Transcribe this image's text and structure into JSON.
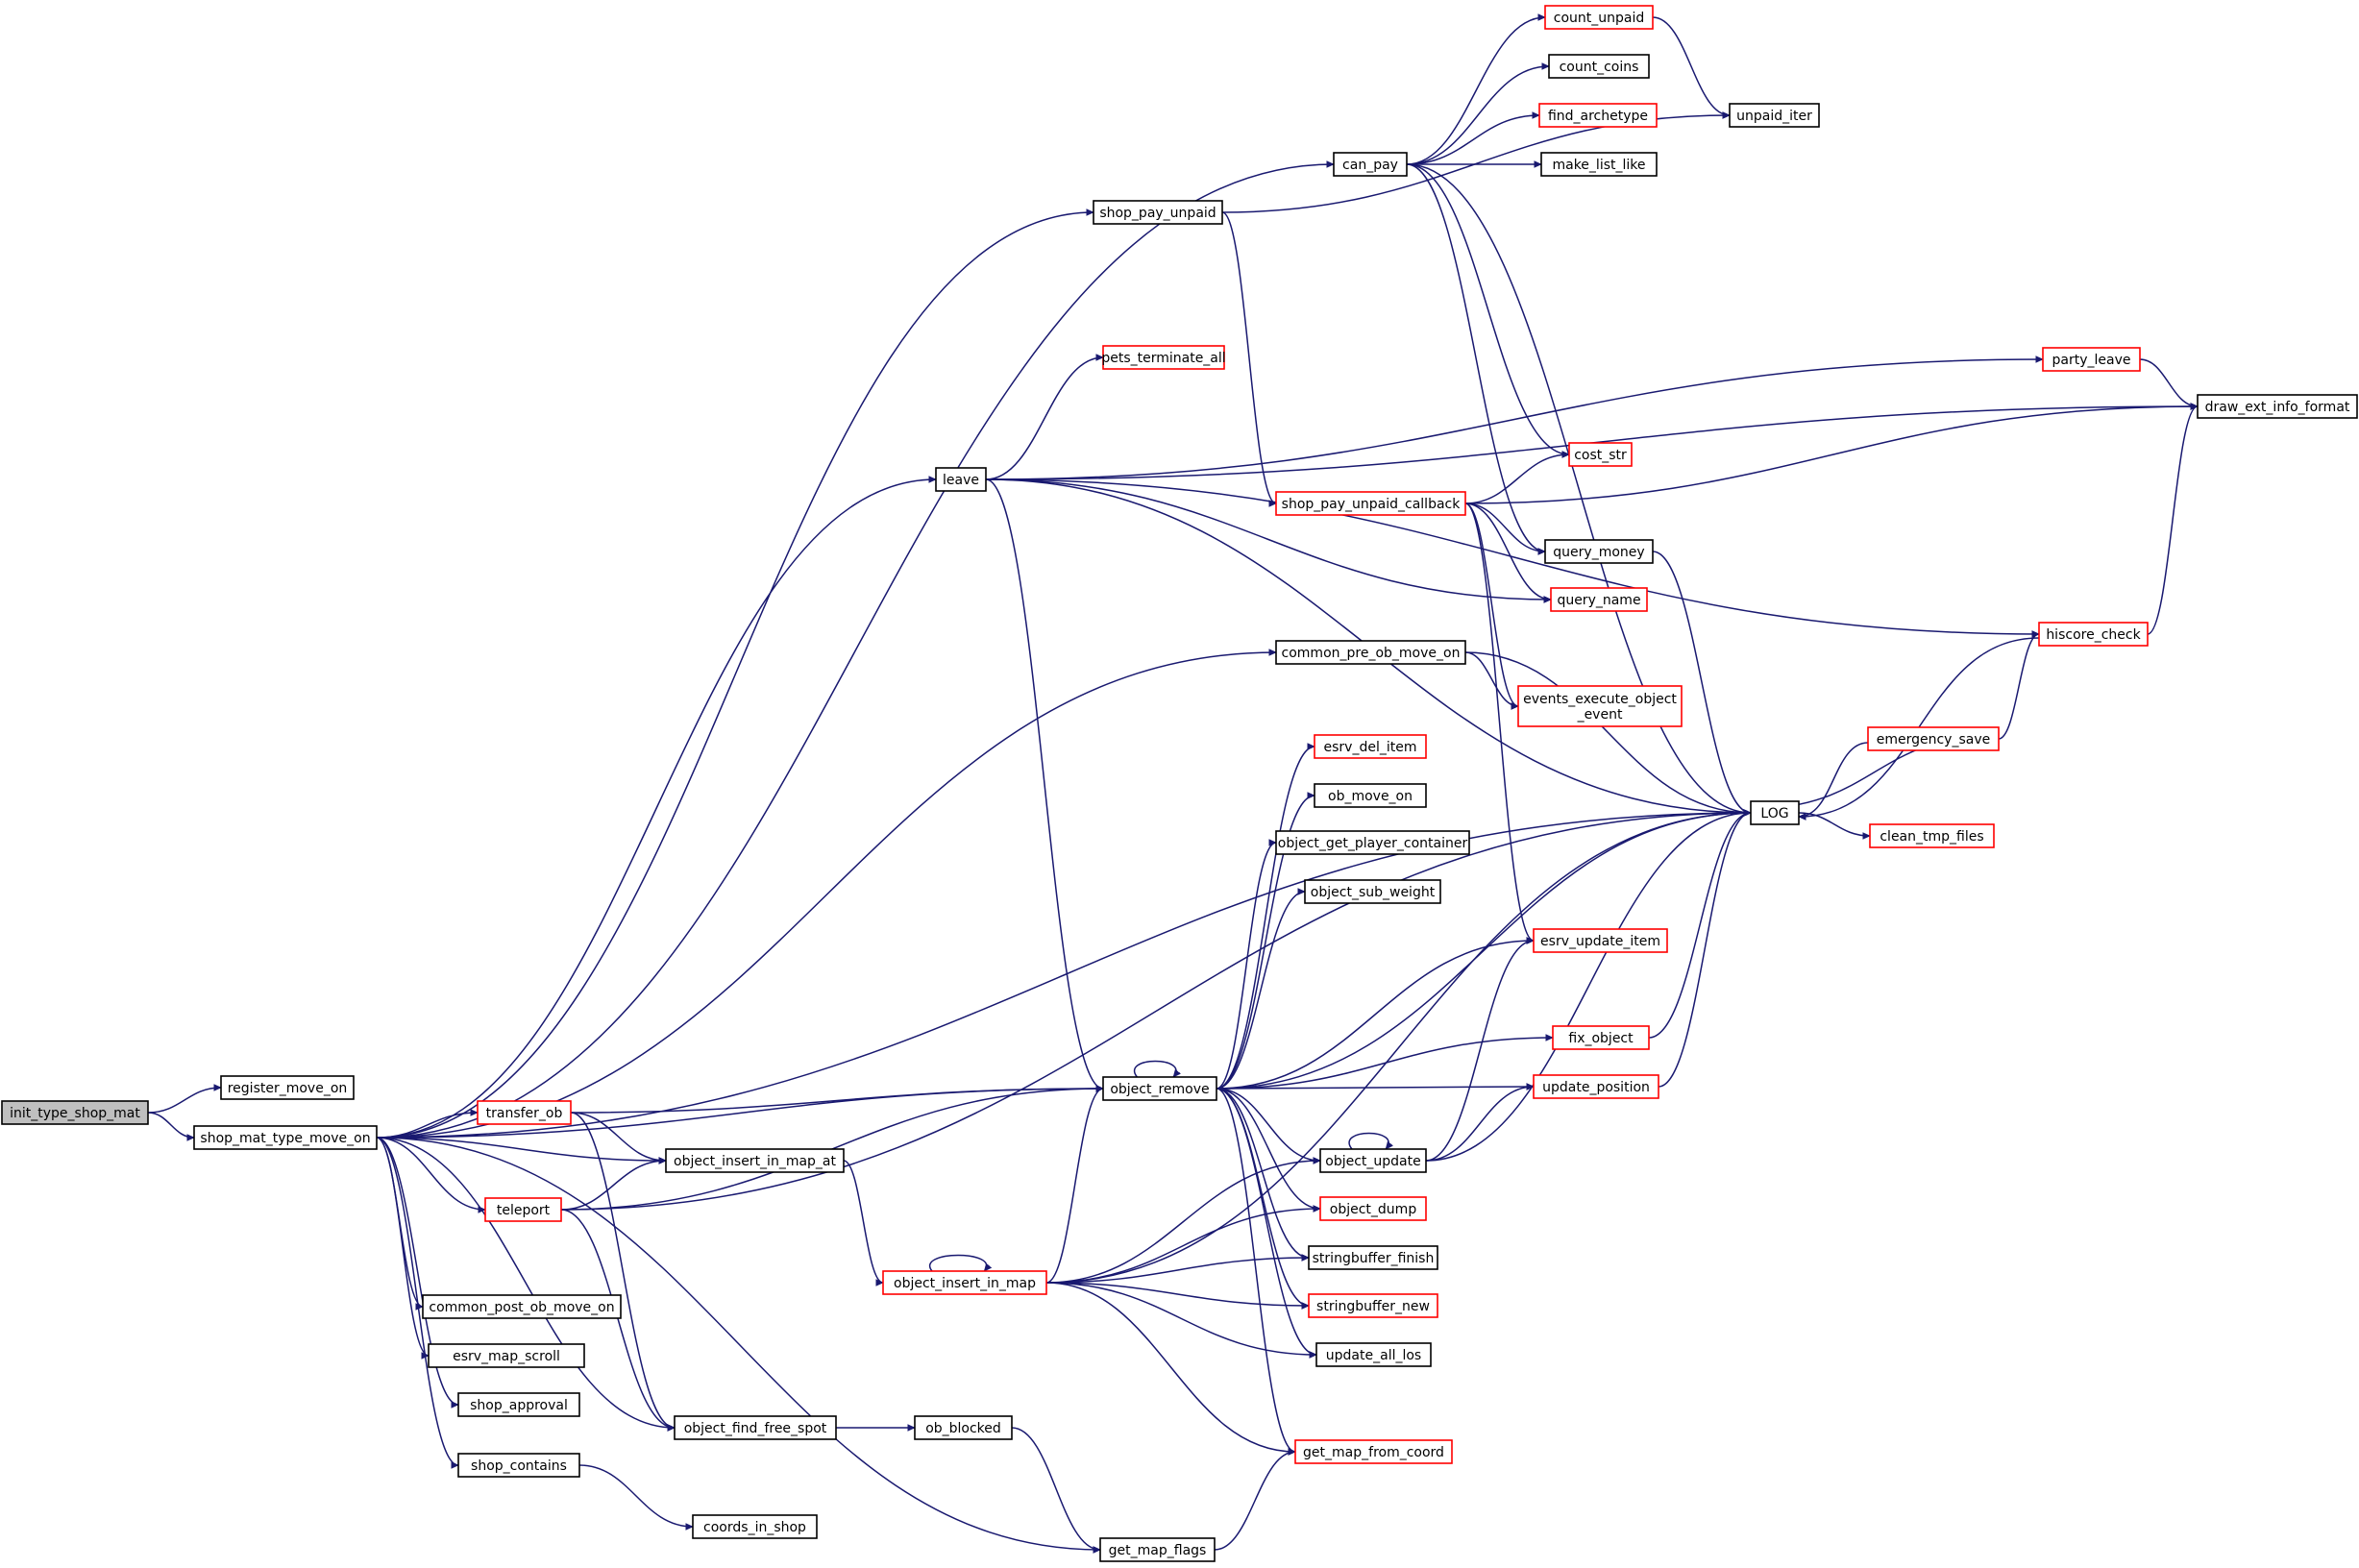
{
  "diagram": {
    "edge_color": "#191970",
    "root_fill": "#bfbfbf",
    "node_border": "#000000",
    "truncated_border": "#ff0000",
    "nodes": {
      "init_type_shop_mat": {
        "lines": [
          "init_type_shop_mat"
        ],
        "style": "root"
      },
      "register_move_on": {
        "lines": [
          "register_move_on"
        ],
        "style": "normal"
      },
      "shop_mat_type_move_on": {
        "lines": [
          "shop_mat_type_move_on"
        ],
        "style": "normal"
      },
      "transfer_ob": {
        "lines": [
          "transfer_ob"
        ],
        "style": "red"
      },
      "teleport": {
        "lines": [
          "teleport"
        ],
        "style": "red"
      },
      "common_post_ob_move_on": {
        "lines": [
          "common_post_ob_move_on"
        ],
        "style": "normal"
      },
      "esrv_map_scroll": {
        "lines": [
          "esrv_map_scroll"
        ],
        "style": "normal"
      },
      "shop_approval": {
        "lines": [
          "shop_approval"
        ],
        "style": "normal"
      },
      "shop_contains": {
        "lines": [
          "shop_contains"
        ],
        "style": "normal"
      },
      "object_insert_in_map_at": {
        "lines": [
          "object_insert_in_map_at"
        ],
        "style": "normal"
      },
      "object_find_free_spot": {
        "lines": [
          "object_find_free_spot"
        ],
        "style": "normal"
      },
      "coords_in_shop": {
        "lines": [
          "coords_in_shop"
        ],
        "style": "normal"
      },
      "ob_blocked": {
        "lines": [
          "ob_blocked"
        ],
        "style": "normal"
      },
      "object_insert_in_map": {
        "lines": [
          "object_insert_in_map"
        ],
        "style": "red"
      },
      "get_map_flags": {
        "lines": [
          "get_map_flags"
        ],
        "style": "normal"
      },
      "shop_pay_unpaid": {
        "lines": [
          "shop_pay_unpaid"
        ],
        "style": "normal"
      },
      "can_pay": {
        "lines": [
          "can_pay"
        ],
        "style": "normal"
      },
      "leave": {
        "lines": [
          "leave"
        ],
        "style": "normal"
      },
      "pets_terminate_all": {
        "lines": [
          "pets_terminate_all"
        ],
        "style": "red"
      },
      "common_pre_ob_move_on": {
        "lines": [
          "common_pre_ob_move_on"
        ],
        "style": "normal"
      },
      "object_remove": {
        "lines": [
          "object_remove"
        ],
        "style": "normal"
      },
      "shop_pay_unpaid_callback": {
        "lines": [
          "shop_pay_unpaid_callback"
        ],
        "style": "red"
      },
      "esrv_del_item": {
        "lines": [
          "esrv_del_item"
        ],
        "style": "red"
      },
      "ob_move_on": {
        "lines": [
          "ob_move_on"
        ],
        "style": "normal"
      },
      "object_get_player_container": {
        "lines": [
          "object_get_player_container"
        ],
        "style": "normal"
      },
      "object_sub_weight": {
        "lines": [
          "object_sub_weight"
        ],
        "style": "normal"
      },
      "object_update": {
        "lines": [
          "object_update"
        ],
        "style": "normal"
      },
      "object_dump": {
        "lines": [
          "object_dump"
        ],
        "style": "red"
      },
      "stringbuffer_finish": {
        "lines": [
          "stringbuffer_finish"
        ],
        "style": "normal"
      },
      "stringbuffer_new": {
        "lines": [
          "stringbuffer_new"
        ],
        "style": "red"
      },
      "update_all_los": {
        "lines": [
          "update_all_los"
        ],
        "style": "normal"
      },
      "get_map_from_coord": {
        "lines": [
          "get_map_from_coord"
        ],
        "style": "red"
      },
      "count_unpaid": {
        "lines": [
          "count_unpaid"
        ],
        "style": "red"
      },
      "count_coins": {
        "lines": [
          "count_coins"
        ],
        "style": "normal"
      },
      "find_archetype": {
        "lines": [
          "find_archetype"
        ],
        "style": "red"
      },
      "make_list_like": {
        "lines": [
          "make_list_like"
        ],
        "style": "normal"
      },
      "cost_str": {
        "lines": [
          "cost_str"
        ],
        "style": "red"
      },
      "query_money": {
        "lines": [
          "query_money"
        ],
        "style": "normal"
      },
      "query_name": {
        "lines": [
          "query_name"
        ],
        "style": "red"
      },
      "events_execute_object_event": {
        "lines": [
          "events_execute_object",
          "_event"
        ],
        "style": "red"
      },
      "esrv_update_item": {
        "lines": [
          "esrv_update_item"
        ],
        "style": "red"
      },
      "fix_object": {
        "lines": [
          "fix_object"
        ],
        "style": "red"
      },
      "update_position": {
        "lines": [
          "update_position"
        ],
        "style": "red"
      },
      "unpaid_iter": {
        "lines": [
          "unpaid_iter"
        ],
        "style": "normal"
      },
      "LOG": {
        "lines": [
          "LOG"
        ],
        "style": "normal"
      },
      "party_leave": {
        "lines": [
          "party_leave"
        ],
        "style": "red"
      },
      "draw_ext_info_format": {
        "lines": [
          "draw_ext_info_format"
        ],
        "style": "normal"
      },
      "hiscore_check": {
        "lines": [
          "hiscore_check"
        ],
        "style": "red"
      },
      "emergency_save": {
        "lines": [
          "emergency_save"
        ],
        "style": "red"
      },
      "clean_tmp_files": {
        "lines": [
          "clean_tmp_files"
        ],
        "style": "red"
      }
    },
    "edges": [
      [
        "init_type_shop_mat",
        "register_move_on"
      ],
      [
        "init_type_shop_mat",
        "shop_mat_type_move_on"
      ],
      [
        "shop_mat_type_move_on",
        "can_pay"
      ],
      [
        "shop_mat_type_move_on",
        "shop_pay_unpaid"
      ],
      [
        "shop_mat_type_move_on",
        "leave"
      ],
      [
        "shop_mat_type_move_on",
        "common_pre_ob_move_on"
      ],
      [
        "shop_mat_type_move_on",
        "LOG"
      ],
      [
        "shop_mat_type_move_on",
        "object_remove"
      ],
      [
        "shop_mat_type_move_on",
        "transfer_ob"
      ],
      [
        "shop_mat_type_move_on",
        "object_insert_in_map_at"
      ],
      [
        "shop_mat_type_move_on",
        "teleport"
      ],
      [
        "shop_mat_type_move_on",
        "common_post_ob_move_on"
      ],
      [
        "shop_mat_type_move_on",
        "esrv_map_scroll"
      ],
      [
        "shop_mat_type_move_on",
        "shop_approval"
      ],
      [
        "shop_mat_type_move_on",
        "shop_contains"
      ],
      [
        "shop_mat_type_move_on",
        "object_find_free_spot"
      ],
      [
        "shop_mat_type_move_on",
        "get_map_flags"
      ],
      [
        "transfer_ob",
        "object_remove"
      ],
      [
        "transfer_ob",
        "object_insert_in_map_at"
      ],
      [
        "transfer_ob",
        "object_find_free_spot"
      ],
      [
        "teleport",
        "object_insert_in_map_at"
      ],
      [
        "teleport",
        "object_remove"
      ],
      [
        "teleport",
        "object_find_free_spot"
      ],
      [
        "teleport",
        "LOG"
      ],
      [
        "shop_contains",
        "coords_in_shop"
      ],
      [
        "object_insert_in_map_at",
        "object_insert_in_map"
      ],
      [
        "object_find_free_spot",
        "ob_blocked"
      ],
      [
        "ob_blocked",
        "get_map_flags"
      ],
      [
        "get_map_flags",
        "get_map_from_coord"
      ],
      [
        "shop_pay_unpaid",
        "unpaid_iter"
      ],
      [
        "shop_pay_unpaid",
        "shop_pay_unpaid_callback"
      ],
      [
        "can_pay",
        "count_unpaid"
      ],
      [
        "can_pay",
        "count_coins"
      ],
      [
        "can_pay",
        "find_archetype"
      ],
      [
        "can_pay",
        "make_list_like"
      ],
      [
        "can_pay",
        "LOG"
      ],
      [
        "can_pay",
        "cost_str"
      ],
      [
        "can_pay",
        "query_money"
      ],
      [
        "count_unpaid",
        "unpaid_iter"
      ],
      [
        "leave",
        "draw_ext_info_format"
      ],
      [
        "leave",
        "party_leave"
      ],
      [
        "leave",
        "pets_terminate_all"
      ],
      [
        "leave",
        "hiscore_check"
      ],
      [
        "leave",
        "query_name"
      ],
      [
        "leave",
        "LOG"
      ],
      [
        "leave",
        "object_remove"
      ],
      [
        "shop_pay_unpaid_callback",
        "cost_str"
      ],
      [
        "shop_pay_unpaid_callback",
        "draw_ext_info_format"
      ],
      [
        "shop_pay_unpaid_callback",
        "query_money"
      ],
      [
        "shop_pay_unpaid_callback",
        "query_name"
      ],
      [
        "shop_pay_unpaid_callback",
        "events_execute_object_event"
      ],
      [
        "shop_pay_unpaid_callback",
        "esrv_update_item"
      ],
      [
        "common_pre_ob_move_on",
        "events_execute_object_event"
      ],
      [
        "common_pre_ob_move_on",
        "LOG"
      ],
      [
        "query_money",
        "LOG"
      ],
      [
        "party_leave",
        "draw_ext_info_format"
      ],
      [
        "hiscore_check",
        "draw_ext_info_format"
      ],
      [
        "hiscore_check",
        "LOG"
      ],
      [
        "emergency_save",
        "hiscore_check"
      ],
      [
        "emergency_save",
        "LOG"
      ],
      [
        "LOG",
        "emergency_save"
      ],
      [
        "LOG",
        "clean_tmp_files"
      ],
      [
        "object_remove",
        "object_remove"
      ],
      [
        "object_remove",
        "esrv_del_item"
      ],
      [
        "object_remove",
        "ob_move_on"
      ],
      [
        "object_remove",
        "object_get_player_container"
      ],
      [
        "object_remove",
        "object_sub_weight"
      ],
      [
        "object_remove",
        "esrv_update_item"
      ],
      [
        "object_remove",
        "LOG"
      ],
      [
        "object_remove",
        "fix_object"
      ],
      [
        "object_remove",
        "update_position"
      ],
      [
        "object_remove",
        "object_update"
      ],
      [
        "object_remove",
        "object_dump"
      ],
      [
        "object_remove",
        "stringbuffer_finish"
      ],
      [
        "object_remove",
        "stringbuffer_new"
      ],
      [
        "object_remove",
        "update_all_los"
      ],
      [
        "object_remove",
        "get_map_from_coord"
      ],
      [
        "fix_object",
        "LOG"
      ],
      [
        "update_position",
        "LOG"
      ],
      [
        "object_update",
        "object_update"
      ],
      [
        "object_update",
        "esrv_update_item"
      ],
      [
        "object_update",
        "update_position"
      ],
      [
        "object_update",
        "LOG"
      ],
      [
        "object_insert_in_map",
        "object_insert_in_map"
      ],
      [
        "object_insert_in_map",
        "object_remove"
      ],
      [
        "object_insert_in_map",
        "object_update"
      ],
      [
        "object_insert_in_map",
        "object_dump"
      ],
      [
        "object_insert_in_map",
        "stringbuffer_finish"
      ],
      [
        "object_insert_in_map",
        "stringbuffer_new"
      ],
      [
        "object_insert_in_map",
        "update_all_los"
      ],
      [
        "object_insert_in_map",
        "LOG"
      ],
      [
        "object_insert_in_map",
        "get_map_from_coord"
      ]
    ]
  }
}
